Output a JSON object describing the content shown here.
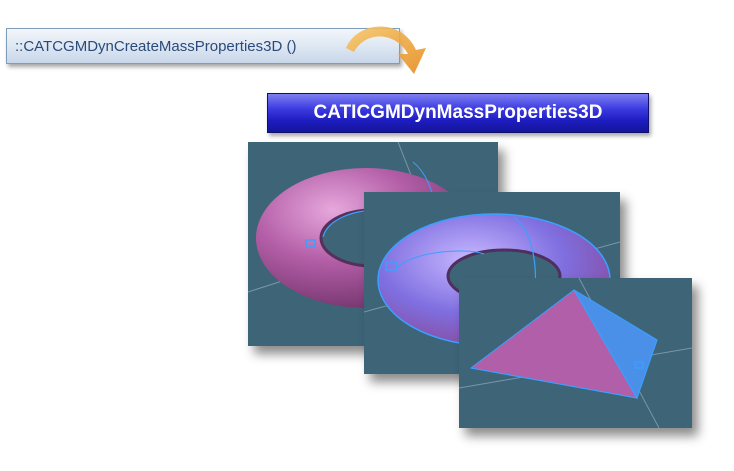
{
  "function_label": "::CATCGMDynCreateMassProperties3D ()",
  "interface_label": "CATICGMDynMassProperties3D",
  "colors": {
    "function_text": "#2b4a7a",
    "interface_bg": "#2020c8",
    "panel_bg": "#3e6478",
    "torus": "#b05fa8",
    "selection": "#3aa0ff",
    "arrow": "#f0a030"
  },
  "icons": [
    "curved-arrow-icon",
    "torus-render",
    "highlighted-torus-render",
    "tetrahedron-render"
  ]
}
